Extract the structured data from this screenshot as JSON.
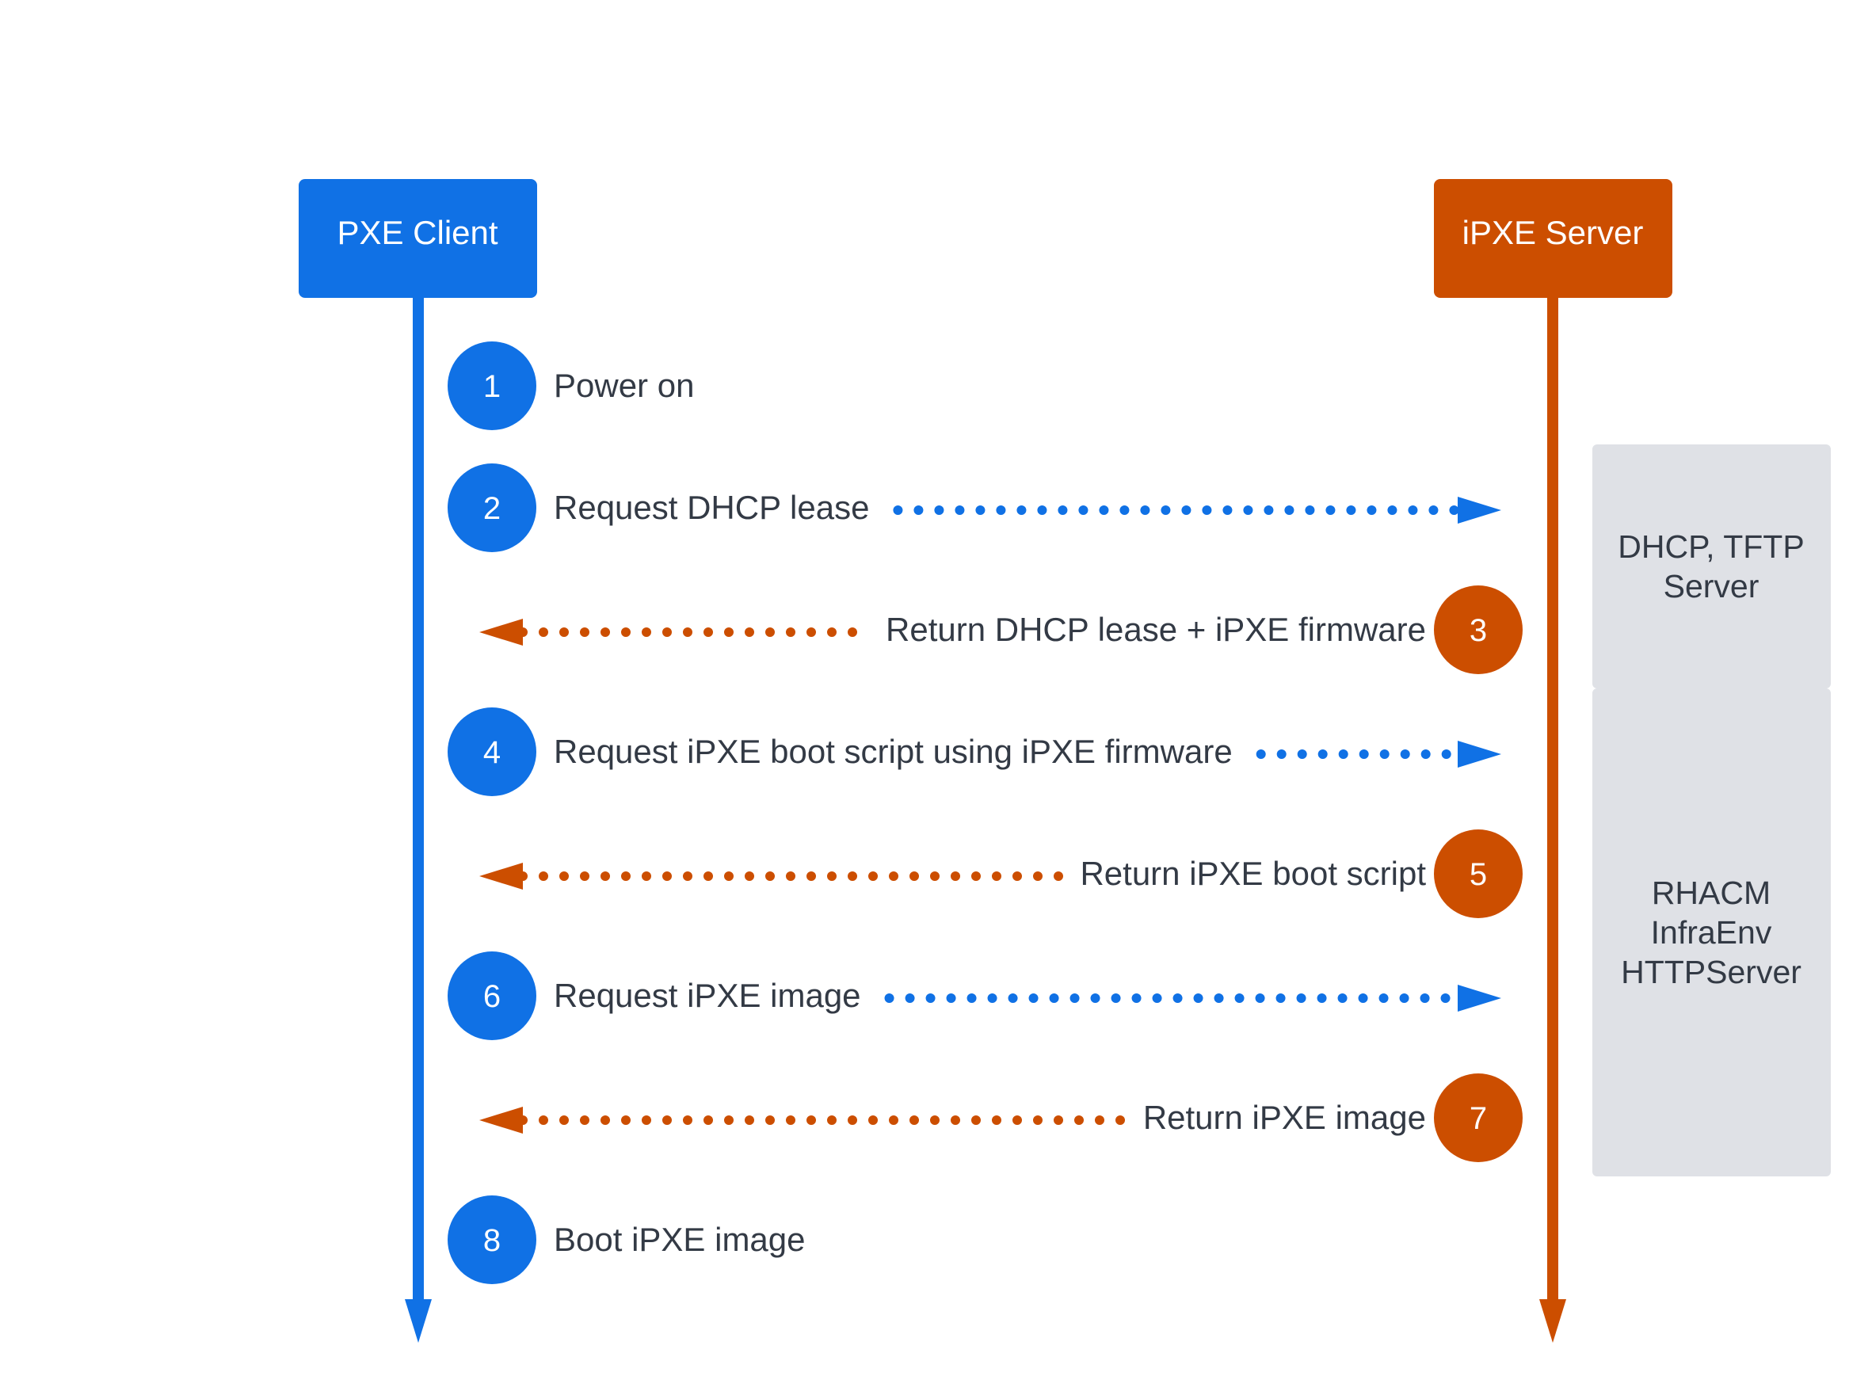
{
  "colors": {
    "client": "#1071e5",
    "server": "#cc4e00",
    "side_box": "#dfe1e6",
    "text": "#333a45",
    "background": "#ffffff"
  },
  "actors": {
    "client": {
      "label": "PXE Client"
    },
    "server": {
      "label": "iPXE Server"
    }
  },
  "steps": [
    {
      "num": "1",
      "label": "Power on",
      "side": "client",
      "arrow": "none"
    },
    {
      "num": "2",
      "label": "Request DHCP lease",
      "side": "client",
      "arrow": "to-server"
    },
    {
      "num": "3",
      "label": "Return DHCP lease + iPXE firmware",
      "side": "server",
      "arrow": "to-client"
    },
    {
      "num": "4",
      "label": "Request iPXE boot script using iPXE firmware",
      "side": "client",
      "arrow": "to-server"
    },
    {
      "num": "5",
      "label": "Return iPXE boot script",
      "side": "server",
      "arrow": "to-client"
    },
    {
      "num": "6",
      "label": "Request iPXE image",
      "side": "client",
      "arrow": "to-server"
    },
    {
      "num": "7",
      "label": "Return iPXE image",
      "side": "server",
      "arrow": "to-client"
    },
    {
      "num": "8",
      "label": "Boot iPXE image",
      "side": "client",
      "arrow": "none"
    }
  ],
  "side_boxes": [
    {
      "lines": [
        "DHCP, TFTP",
        "Server"
      ],
      "steps": [
        "2",
        "3"
      ]
    },
    {
      "lines": [
        "RHACM",
        "InfraEnv",
        "HTTPServer"
      ],
      "steps": [
        "4",
        "5",
        "6",
        "7"
      ]
    }
  ]
}
